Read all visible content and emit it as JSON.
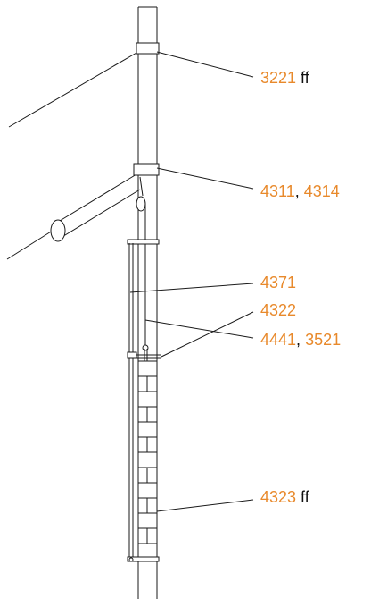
{
  "colors": {
    "reference": "#e8892b",
    "text": "#111111",
    "line": "#1a1a1a"
  },
  "callouts": [
    {
      "ref": "3221",
      "sep": "",
      "ref2": "",
      "suffix": " ff"
    },
    {
      "ref": "4311",
      "sep": ", ",
      "ref2": "4314",
      "suffix": ""
    },
    {
      "ref": "4371",
      "sep": "",
      "ref2": "",
      "suffix": ""
    },
    {
      "ref": "4441",
      "sep": ", ",
      "ref2": "3521",
      "suffix": ""
    },
    {
      "ref": "4322",
      "sep": "",
      "ref2": "",
      "suffix": ""
    },
    {
      "ref": "4323",
      "sep": "",
      "ref2": "",
      "suffix": " ff"
    }
  ]
}
